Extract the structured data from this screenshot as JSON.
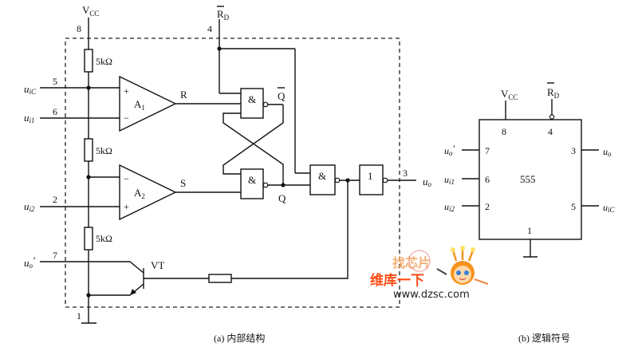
{
  "internal": {
    "vcc": "V",
    "vcc_sub": "CC",
    "rd": "R",
    "rd_sub": "D",
    "pins": {
      "p8": "8",
      "p4": "4",
      "p5": "5",
      "p6": "6",
      "p2": "2",
      "p7": "7",
      "p1": "1",
      "p3": "3"
    },
    "signals": {
      "uic": "u",
      "uic_sub": "iC",
      "ui1": "u",
      "ui1_sub": "i1",
      "ui2": "u",
      "ui2_sub": "i2",
      "uo_prime": "u",
      "uo_prime_sub": "o",
      "prime": "′",
      "uo": "u",
      "uo_sub": "o"
    },
    "resistors": [
      "5kΩ",
      "5kΩ",
      "5kΩ"
    ],
    "comparators": [
      {
        "name": "A",
        "sub": "1",
        "plus": "+",
        "minus": "−",
        "output": "R"
      },
      {
        "name": "A",
        "sub": "2",
        "plus": "+",
        "minus": "−",
        "output": "S"
      }
    ],
    "gates": {
      "nand_top": "&",
      "nand_bottom": "&",
      "nand_out": "&",
      "inverter": "1"
    },
    "latch": {
      "q": "Q",
      "qbar": "Q"
    },
    "transistor": "VT",
    "caption": "(a) 内部结构"
  },
  "symbol": {
    "vcc": "V",
    "vcc_sub": "CC",
    "rd": "R",
    "rd_sub": "D",
    "chip": "555",
    "pins": {
      "p8": "8",
      "p4": "4",
      "p7": "7",
      "p6": "6",
      "p2": "2",
      "p3": "3",
      "p5": "5",
      "p1": "1"
    },
    "signals": {
      "uo_prime": "u",
      "uo_prime_sub": "o",
      "prime": "′",
      "ui1": "u",
      "ui1_sub": "i1",
      "ui2": "u",
      "ui2_sub": "i2",
      "uo": "u",
      "uo_sub": "o",
      "uic": "u",
      "uic_sub": "iC"
    },
    "caption": "(b) 逻辑符号"
  },
  "watermark": {
    "line1": "找芯片",
    "line2": "维库一下",
    "url": "www.dzsc.com"
  }
}
